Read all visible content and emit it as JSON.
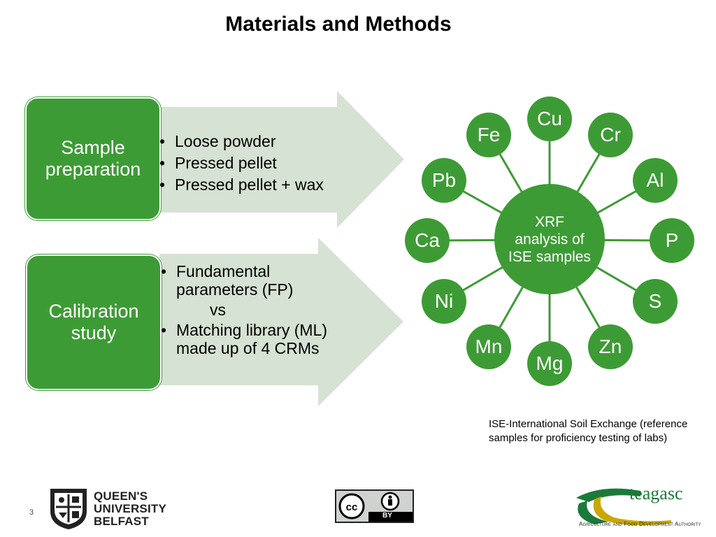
{
  "title": "Materials and Methods",
  "rows": [
    {
      "box_label": "Sample preparation",
      "bullets": [
        "Loose powder",
        "Pressed pellet",
        "Pressed pellet + wax"
      ]
    },
    {
      "box_label": "Calibration study",
      "bullets": [
        "Fundamental parameters (FP)",
        "vs",
        "Matching library (ML) made up of 4 CRMs"
      ]
    }
  ],
  "hub": {
    "center_label": "XRF analysis of ISE samples",
    "elements": [
      "Cu",
      "Cr",
      "Al",
      "P",
      "S",
      "Zn",
      "Mg",
      "Mn",
      "Ni",
      "Ca",
      "Pb",
      "Fe"
    ]
  },
  "note": "ISE-International Soil Exchange (reference samples for proficiency testing of labs)",
  "page_number": "3",
  "logos": {
    "qub": "QUEEN'S UNIVERSITY BELFAST",
    "cc_badge": "BY",
    "teagasc": "teagasc",
    "teagasc_sub": "Agriculture and Food Development Authority"
  },
  "colors": {
    "green": "#3d9b35",
    "arrow_fill": "#d6e2d3",
    "teagasc_green": "#1a7a3a"
  }
}
